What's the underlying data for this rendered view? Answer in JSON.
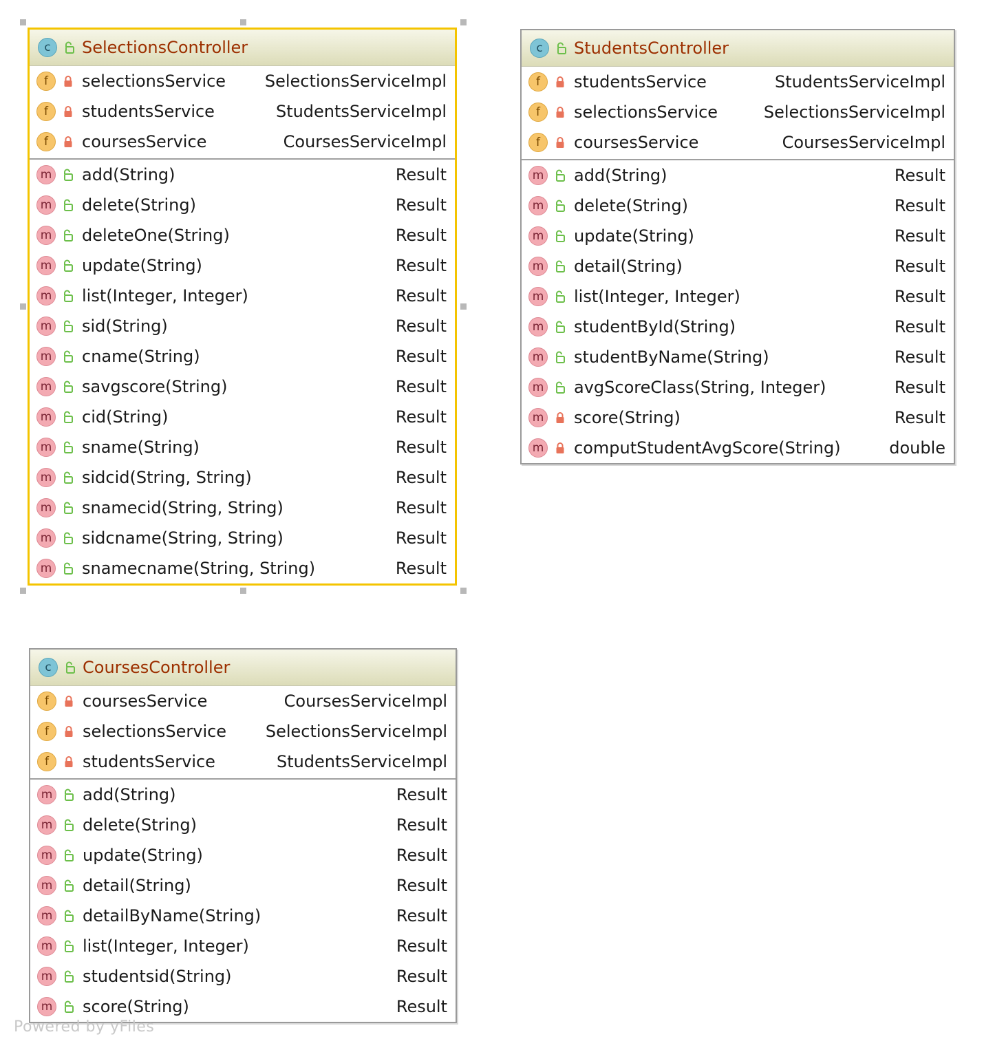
{
  "diagram": {
    "footer": "Powered by yFiles",
    "classes": [
      {
        "id": "selections",
        "name": "SelectionsController",
        "class_icon": "class-icon",
        "visibility": "public",
        "fields": [
          {
            "name": "selectionsService",
            "type": "SelectionsServiceImpl",
            "visibility": "private"
          },
          {
            "name": "studentsService",
            "type": "StudentsServiceImpl",
            "visibility": "private"
          },
          {
            "name": "coursesService",
            "type": "CoursesServiceImpl",
            "visibility": "private"
          }
        ],
        "methods": [
          {
            "name": "add(String)",
            "type": "Result",
            "visibility": "public"
          },
          {
            "name": "delete(String)",
            "type": "Result",
            "visibility": "public"
          },
          {
            "name": "deleteOne(String)",
            "type": "Result",
            "visibility": "public"
          },
          {
            "name": "update(String)",
            "type": "Result",
            "visibility": "public"
          },
          {
            "name": "list(Integer, Integer)",
            "type": "Result",
            "visibility": "public"
          },
          {
            "name": "sid(String)",
            "type": "Result",
            "visibility": "public"
          },
          {
            "name": "cname(String)",
            "type": "Result",
            "visibility": "public"
          },
          {
            "name": "savgscore(String)",
            "type": "Result",
            "visibility": "public"
          },
          {
            "name": "cid(String)",
            "type": "Result",
            "visibility": "public"
          },
          {
            "name": "sname(String)",
            "type": "Result",
            "visibility": "public"
          },
          {
            "name": "sidcid(String, String)",
            "type": "Result",
            "visibility": "public"
          },
          {
            "name": "snamecid(String, String)",
            "type": "Result",
            "visibility": "public"
          },
          {
            "name": "sidcname(String, String)",
            "type": "Result",
            "visibility": "public"
          },
          {
            "name": "snamecname(String, String)",
            "type": "Result",
            "visibility": "public"
          }
        ]
      },
      {
        "id": "students",
        "name": "StudentsController",
        "class_icon": "class-icon",
        "visibility": "public",
        "fields": [
          {
            "name": "studentsService",
            "type": "StudentsServiceImpl",
            "visibility": "private"
          },
          {
            "name": "selectionsService",
            "type": "SelectionsServiceImpl",
            "visibility": "private"
          },
          {
            "name": "coursesService",
            "type": "CoursesServiceImpl",
            "visibility": "private"
          }
        ],
        "methods": [
          {
            "name": "add(String)",
            "type": "Result",
            "visibility": "public"
          },
          {
            "name": "delete(String)",
            "type": "Result",
            "visibility": "public"
          },
          {
            "name": "update(String)",
            "type": "Result",
            "visibility": "public"
          },
          {
            "name": "detail(String)",
            "type": "Result",
            "visibility": "public"
          },
          {
            "name": "list(Integer, Integer)",
            "type": "Result",
            "visibility": "public"
          },
          {
            "name": "studentById(String)",
            "type": "Result",
            "visibility": "public"
          },
          {
            "name": "studentByName(String)",
            "type": "Result",
            "visibility": "public"
          },
          {
            "name": "avgScoreClass(String, Integer)",
            "type": "Result",
            "visibility": "public"
          },
          {
            "name": "score(String)",
            "type": "Result",
            "visibility": "private"
          },
          {
            "name": "computStudentAvgScore(String)",
            "type": "double",
            "visibility": "private"
          }
        ]
      },
      {
        "id": "courses",
        "name": "CoursesController",
        "class_icon": "class-icon",
        "visibility": "public",
        "fields": [
          {
            "name": "coursesService",
            "type": "CoursesServiceImpl",
            "visibility": "private"
          },
          {
            "name": "selectionsService",
            "type": "SelectionsServiceImpl",
            "visibility": "private"
          },
          {
            "name": "studentsService",
            "type": "StudentsServiceImpl",
            "visibility": "private"
          }
        ],
        "methods": [
          {
            "name": "add(String)",
            "type": "Result",
            "visibility": "public"
          },
          {
            "name": "delete(String)",
            "type": "Result",
            "visibility": "public"
          },
          {
            "name": "update(String)",
            "type": "Result",
            "visibility": "public"
          },
          {
            "name": "detail(String)",
            "type": "Result",
            "visibility": "public"
          },
          {
            "name": "detailByName(String)",
            "type": "Result",
            "visibility": "public"
          },
          {
            "name": "list(Integer, Integer)",
            "type": "Result",
            "visibility": "public"
          },
          {
            "name": "studentsid(String)",
            "type": "Result",
            "visibility": "public"
          },
          {
            "name": "score(String)",
            "type": "Result",
            "visibility": "public"
          }
        ]
      }
    ],
    "badge_letters": {
      "class": "c",
      "field": "f",
      "method": "m"
    },
    "colors": {
      "class_title": "#9c2f00",
      "selection_border": "#f4c400",
      "public_lock": "#6cbf4a",
      "private_lock": "#e8735a"
    }
  }
}
